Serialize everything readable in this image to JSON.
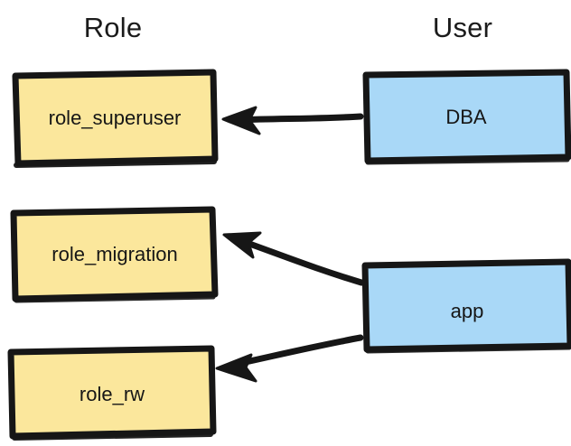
{
  "diagram": {
    "title_columns": {
      "role_header": "Role",
      "user_header": "User"
    },
    "colors": {
      "role_fill": "#FBE79C",
      "user_fill": "#A9D8F7",
      "stroke": "#161616",
      "background": "#FFFFFF",
      "text": "#1B1B1B"
    },
    "nodes": [
      {
        "id": "role_superuser",
        "label": "role_superuser",
        "type": "role",
        "fill": "#FBE79C"
      },
      {
        "id": "role_migration",
        "label": "role_migration",
        "type": "role",
        "fill": "#FBE79C"
      },
      {
        "id": "role_rw",
        "label": "role_rw",
        "type": "role",
        "fill": "#FBE79C"
      },
      {
        "id": "dba",
        "label": "DBA",
        "type": "user",
        "fill": "#A9D8F7"
      },
      {
        "id": "app",
        "label": "app",
        "type": "user",
        "fill": "#A9D8F7"
      }
    ],
    "edges": [
      {
        "from": "dba",
        "to": "role_superuser",
        "direction": "right-to-left",
        "style": "solid-arrow"
      },
      {
        "from": "app",
        "to": "role_migration",
        "direction": "right-to-left",
        "style": "solid-arrow"
      },
      {
        "from": "app",
        "to": "role_rw",
        "direction": "right-to-left",
        "style": "solid-arrow"
      }
    ]
  }
}
